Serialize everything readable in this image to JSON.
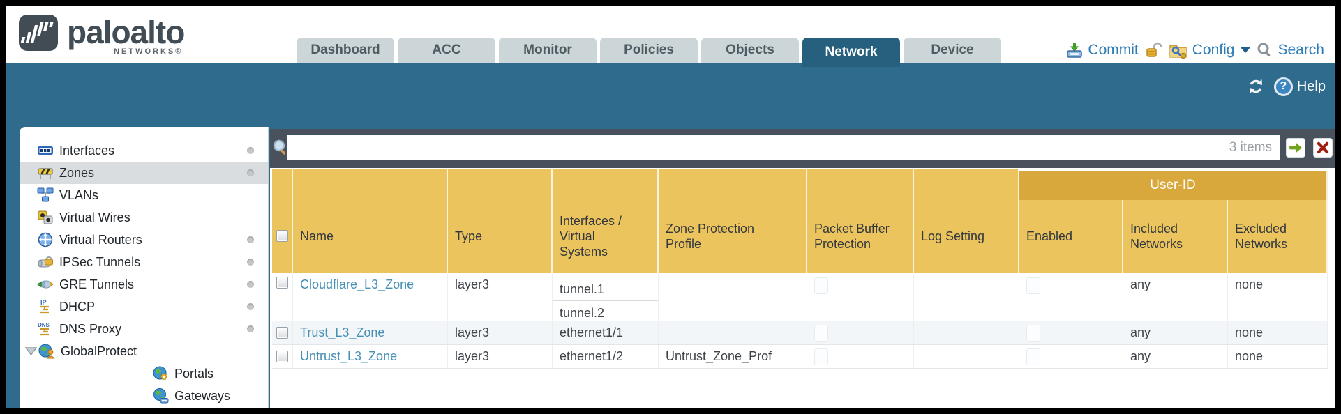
{
  "header": {
    "logo": {
      "brand": "paloalto",
      "sub": "NETWORKS®",
      "icon": "paloalto-waveform-icon"
    },
    "tabs": [
      {
        "label": "Dashboard",
        "active": false
      },
      {
        "label": "ACC",
        "active": false
      },
      {
        "label": "Monitor",
        "active": false
      },
      {
        "label": "Policies",
        "active": false
      },
      {
        "label": "Objects",
        "active": false
      },
      {
        "label": "Network",
        "active": true
      },
      {
        "label": "Device",
        "active": false
      }
    ],
    "actions": {
      "commit": "Commit",
      "config": "Config",
      "search": "Search",
      "icons": [
        "commit-icon",
        "unlock-icon",
        "config-folder-icon",
        "caret-down-icon",
        "search-icon"
      ]
    }
  },
  "band": {
    "help": "Help",
    "icons": [
      "refresh-icon",
      "help-icon"
    ]
  },
  "sidebar": {
    "items": [
      {
        "label": "Interfaces",
        "icon": "interfaces-icon",
        "dot": true,
        "selected": false
      },
      {
        "label": "Zones",
        "icon": "zones-icon",
        "dot": true,
        "selected": true
      },
      {
        "label": "VLANs",
        "icon": "vlans-icon",
        "dot": false,
        "selected": false
      },
      {
        "label": "Virtual Wires",
        "icon": "virtual-wires-icon",
        "dot": false,
        "selected": false
      },
      {
        "label": "Virtual Routers",
        "icon": "virtual-routers-icon",
        "dot": true,
        "selected": false
      },
      {
        "label": "IPSec Tunnels",
        "icon": "ipsec-tunnels-icon",
        "dot": true,
        "selected": false
      },
      {
        "label": "GRE Tunnels",
        "icon": "gre-tunnels-icon",
        "dot": false,
        "selected": false
      },
      {
        "label": "DHCP",
        "icon": "dhcp-icon",
        "dot": true,
        "selected": false
      },
      {
        "label": "DNS Proxy",
        "icon": "dns-proxy-icon",
        "dot": true,
        "selected": false
      },
      {
        "label": "GlobalProtect",
        "icon": "globalprotect-icon",
        "dot": false,
        "selected": false,
        "expanded": true
      },
      {
        "label": "Portals",
        "icon": "portals-icon",
        "dot": false,
        "selected": false,
        "child": true
      },
      {
        "label": "Gateways",
        "icon": "gateways-icon",
        "dot": false,
        "selected": false,
        "child": true
      }
    ]
  },
  "table": {
    "search_value": "",
    "items_count": "3 items",
    "group_header": "User-ID",
    "columns": [
      "Name",
      "Type",
      "Interfaces / Virtual Systems",
      "Zone Protection Profile",
      "Packet Buffer Protection",
      "Log Setting",
      "Enabled",
      "Included Networks",
      "Excluded Networks"
    ],
    "rows": [
      {
        "name": "Cloudflare_L3_Zone",
        "type": "layer3",
        "interfaces": [
          "tunnel.1",
          "tunnel.2"
        ],
        "zone_protection": "",
        "packet_buffer_protection": false,
        "log_setting": "",
        "user_id_enabled": false,
        "included_networks": "any",
        "excluded_networks": "none"
      },
      {
        "name": "Trust_L3_Zone",
        "type": "layer3",
        "interfaces": [
          "ethernet1/1"
        ],
        "zone_protection": "",
        "packet_buffer_protection": false,
        "log_setting": "",
        "user_id_enabled": false,
        "included_networks": "any",
        "excluded_networks": "none"
      },
      {
        "name": "Untrust_L3_Zone",
        "type": "layer3",
        "interfaces": [
          "ethernet1/2"
        ],
        "zone_protection": "Untrust_Zone_Prof",
        "packet_buffer_protection": false,
        "log_setting": "",
        "user_id_enabled": false,
        "included_networks": "any",
        "excluded_networks": "none"
      }
    ]
  },
  "colors": {
    "band_teal": "#2f6b8d",
    "active_tab": "#27607f",
    "toolbar_slate": "#49525c",
    "table_header_gold": "#ecc45e",
    "user_id_band_gold": "#d8a83c",
    "link_blue": "#4690b6",
    "action_link_blue": "#2d7cb5",
    "selected_sidebar": "#dadde0",
    "alt_row": "#f3f6f8"
  }
}
